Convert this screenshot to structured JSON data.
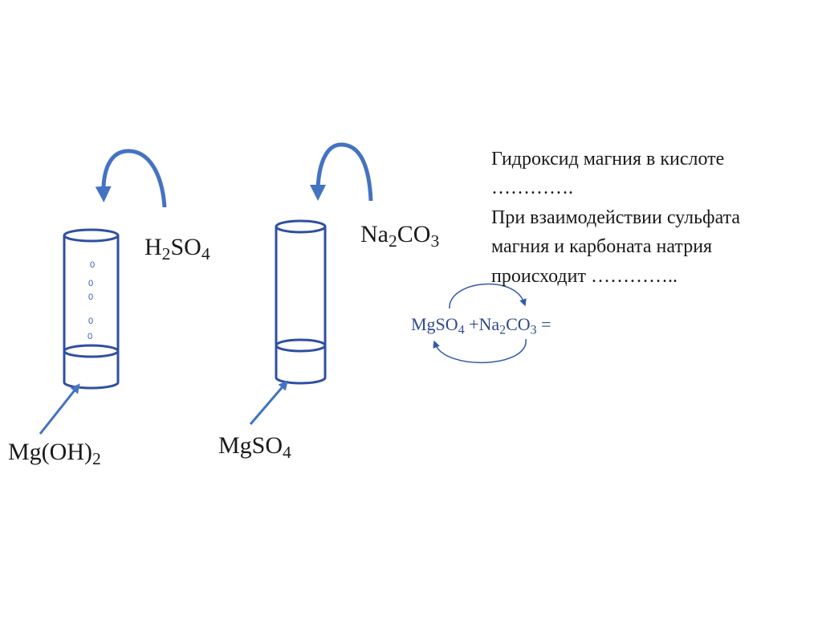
{
  "reagents": {
    "h2so4": {
      "base": "H",
      "sub1": "2",
      "mid": "SO",
      "sub2": "4"
    },
    "na2co3": {
      "base": "Na",
      "sub1": "2",
      "mid": "CO",
      "sub2": "3"
    }
  },
  "tubes": {
    "left_label": {
      "base": "Mg(OH)",
      "sub": "2"
    },
    "right_label": {
      "base": "MgSO",
      "sub": "4"
    },
    "bubble_glyph": "0"
  },
  "text": {
    "line1": "Гидроксид магния в кислоте",
    "line2": "………….",
    "line3": "При взаимодействии сульфата",
    "line4": "магния и карбоната натрия",
    "line5": "происходит …………..",
    "equation": {
      "p1": "MgSO",
      "s1": "4",
      "p2": " +Na",
      "s2": "2",
      "p3": "CO",
      "s3": "3",
      "p4": " ="
    }
  },
  "colors": {
    "tube_stroke": "#2f4fa0",
    "arrow": "#4472c4",
    "equation": "#2f4b8c",
    "text": "#1a1a1a"
  }
}
